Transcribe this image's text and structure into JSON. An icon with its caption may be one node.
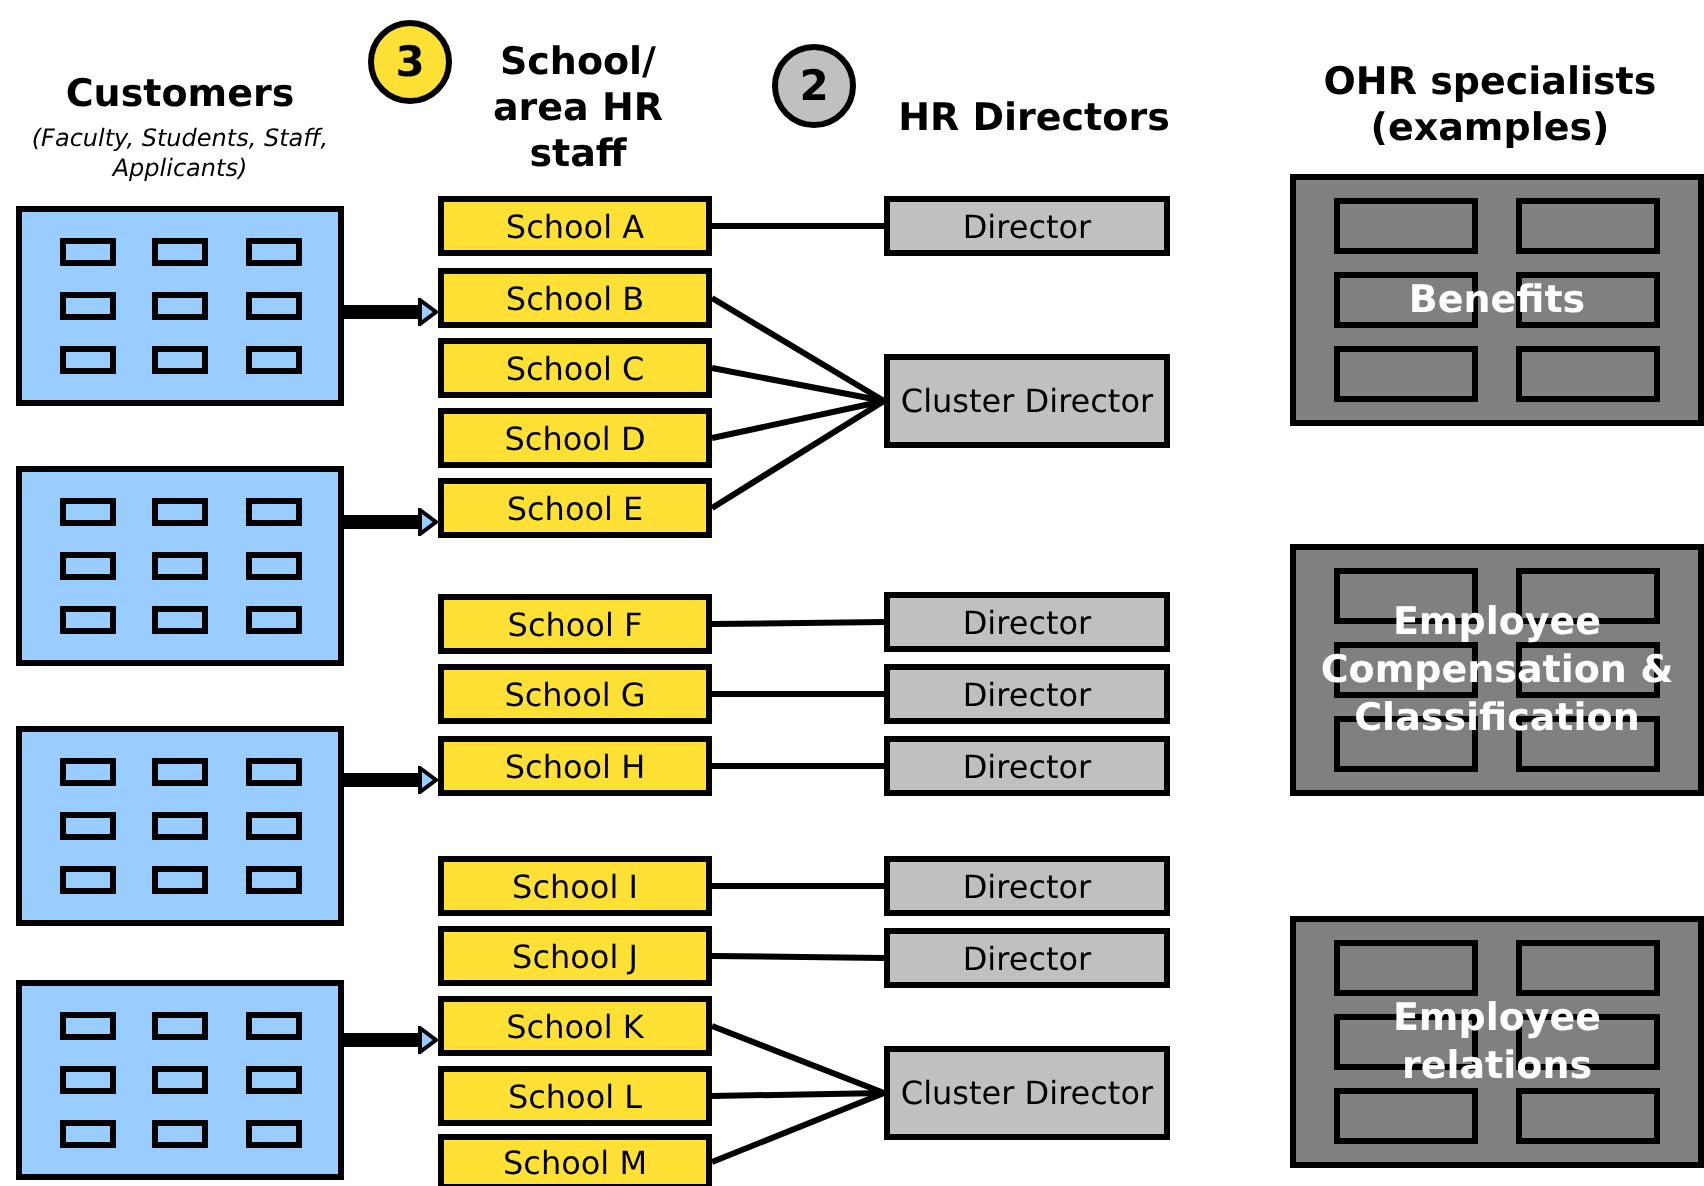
{
  "diagram": {
    "nodes": [
      {
        "text": [],
        "shape": "box"
      },
      {
        "text": [],
        "shape": "box"
      },
      {
        "text": [],
        "shape": "box"
      },
      {
        "text": [],
        "shape": "box"
      },
      {
        "text": [
          "3"
        ]
      },
      {
        "text": [
          "2"
        ]
      },
      {
        "text": [
          "School A"
        ]
      },
      {
        "text": [
          "School B"
        ]
      },
      {
        "text": [
          "School C"
        ]
      },
      {
        "text": [
          "School D"
        ]
      },
      {
        "text": [
          "School E"
        ]
      },
      {
        "text": [
          "School F"
        ]
      },
      {
        "text": [
          "School G"
        ]
      },
      {
        "text": [
          "School H"
        ]
      },
      {
        "text": [
          "School I"
        ]
      },
      {
        "text": [
          "School J"
        ]
      },
      {
        "text": [
          "School K"
        ]
      },
      {
        "text": [
          "School L"
        ]
      },
      {
        "text": [
          "School M"
        ]
      },
      {
        "text": [
          "Director"
        ]
      },
      {
        "text": [
          "Cluster Director"
        ]
      },
      {
        "text": [
          "Director"
        ]
      },
      {
        "text": [
          "Director"
        ]
      },
      {
        "text": [
          "Director"
        ]
      },
      {
        "text": [
          "Director"
        ]
      },
      {
        "text": [
          "Director"
        ]
      },
      {
        "text": [
          "Cluster Director"
        ]
      },
      {
        "text": [
          "Benefits"
        ]
      },
      {
        "text": [
          "Employee Compensation & Classification"
        ]
      },
      {
        "text": [
          "Employee relations"
        ]
      }
    ],
    "edges": [
      {
        "from": 0,
        "to": 7,
        "arrow": "to",
        "style": "thick"
      },
      {
        "from": 1,
        "to": 10,
        "arrow": "to",
        "style": "thick"
      },
      {
        "from": 2,
        "to": 13,
        "arrow": "to",
        "style": "thick"
      },
      {
        "from": 3,
        "to": 16,
        "arrow": "to",
        "style": "thick"
      },
      {
        "from": 6,
        "to": 19,
        "arrow": "none"
      },
      {
        "from": 7,
        "to": 20,
        "arrow": "none"
      },
      {
        "from": 8,
        "to": 20,
        "arrow": "none"
      },
      {
        "from": 9,
        "to": 20,
        "arrow": "none"
      },
      {
        "from": 10,
        "to": 20,
        "arrow": "none"
      },
      {
        "from": 11,
        "to": 21,
        "arrow": "none"
      },
      {
        "from": 12,
        "to": 22,
        "arrow": "none"
      },
      {
        "from": 13,
        "to": 23,
        "arrow": "none"
      },
      {
        "from": 14,
        "to": 24,
        "arrow": "none"
      },
      {
        "from": 15,
        "to": 25,
        "arrow": "none"
      },
      {
        "from": 16,
        "to": 26,
        "arrow": "none"
      },
      {
        "from": 17,
        "to": 26,
        "arrow": "none"
      },
      {
        "from": 18,
        "to": 26,
        "arrow": "none"
      }
    ],
    "labels": [
      "Customers",
      "(Faculty, Students, Staff, Applicants)",
      "School/ area HR staff",
      "HR Directors",
      "OHR specialists (examples)"
    ]
  }
}
